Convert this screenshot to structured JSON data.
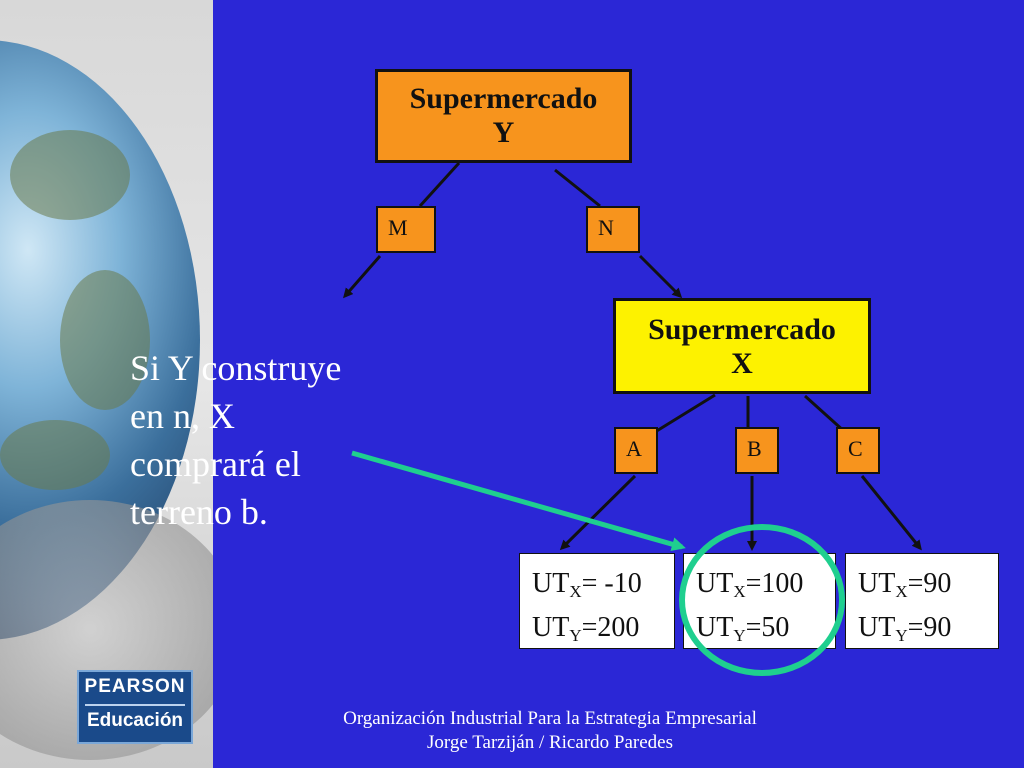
{
  "root": {
    "title_line1": "Supermercado",
    "title_line2": "Y"
  },
  "branches_root": [
    "M",
    "N"
  ],
  "child": {
    "title_line1": "Supermercado",
    "title_line2": "X"
  },
  "branches_child": [
    "A",
    "B",
    "C"
  ],
  "payoffs": [
    {
      "x_prefix": "UT",
      "x_sub": "X",
      "x_value": "= -10",
      "y_prefix": "UT",
      "y_sub": "Y",
      "y_value": "=200"
    },
    {
      "x_prefix": "UT",
      "x_sub": "X",
      "x_value": "=100",
      "y_prefix": "UT",
      "y_sub": "Y",
      "y_value": "=50"
    },
    {
      "x_prefix": "UT",
      "x_sub": "X",
      "x_value": "=90",
      "y_prefix": "UT",
      "y_sub": "Y",
      "y_value": "=90"
    }
  ],
  "annotation": {
    "lines": [
      "Si Y construye",
      "en n, X",
      "comprará el",
      "terreno b."
    ]
  },
  "footer": {
    "line1": "Organización Industrial Para la Estrategia Empresarial",
    "line2": "Jorge Tarziján / Ricardo Paredes"
  },
  "logo": {
    "line1": "PEARSON",
    "line2": "Educación"
  },
  "colors": {
    "background": "#2b27d6",
    "root_node": "#f7941d",
    "child_node": "#fdf200",
    "arrow_highlight": "#1fcf8f",
    "highlight_circle": "#1fcf8f"
  }
}
